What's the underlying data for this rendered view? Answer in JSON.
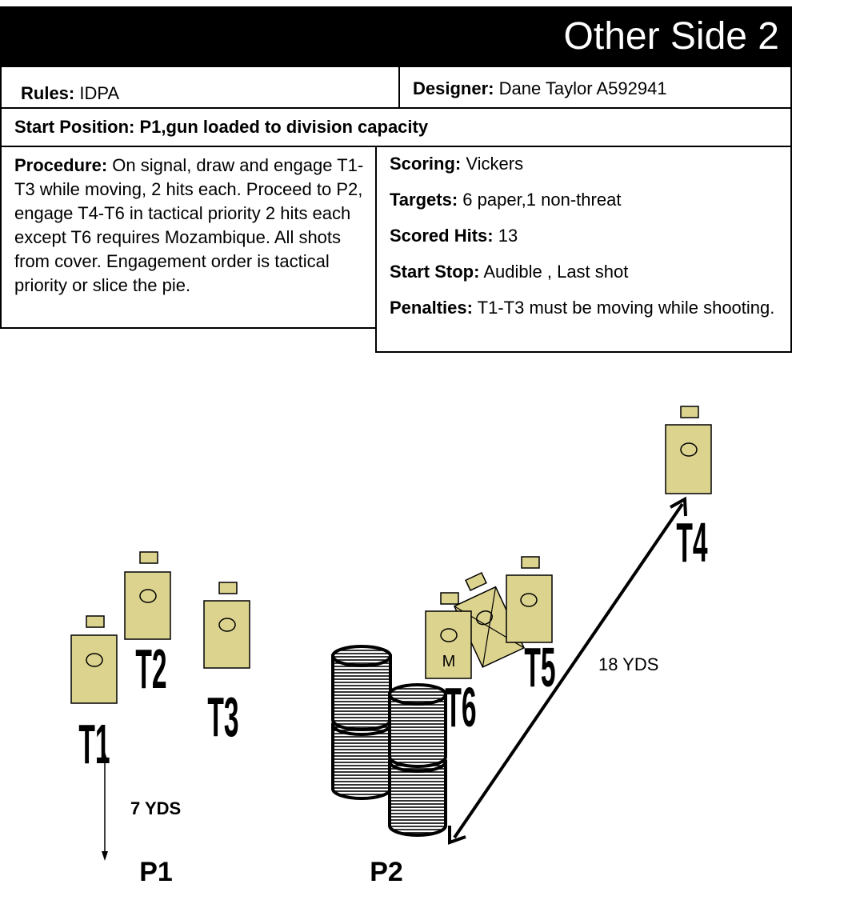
{
  "header": {
    "title": "Other Side 2"
  },
  "info": {
    "rules_label": "Rules:",
    "rules_value": " IDPA",
    "designer_label": "Designer:",
    "designer_value": " Dane Taylor A592941",
    "start_label": "Start Position:",
    "start_value": " P1,gun loaded to division capacity",
    "procedure_label": "Procedure:",
    "procedure_text": " On signal, draw and engage T1-T3  while moving, 2 hits each. Proceed to P2, engage T4-T6  in tactical priority 2 hits each except T6 requires Mozambique. All shots from cover. Engagement order is tactical priority or slice the pie."
  },
  "scoring": [
    {
      "label": "Scoring:",
      "value": " Vickers"
    },
    {
      "label": "Targets:",
      "value": " 6 paper,1 non-threat"
    },
    {
      "label": "Scored Hits:",
      "value": " 13"
    },
    {
      "label": "Start Stop:",
      "value": " Audible , Last shot"
    },
    {
      "label": "Penalties:",
      "value": "  T1-T3  must be moving while shooting."
    }
  ],
  "diagram": {
    "targets": {
      "t1": "T1",
      "t2": "T2",
      "t3": "T3",
      "t4": "T4",
      "t5": "T5",
      "t6": "T6"
    },
    "t6_mark": "M",
    "positions": {
      "p1": "P1",
      "p2": "P2"
    },
    "distances": {
      "short": "7 YDS",
      "long": "18 YDS"
    },
    "colors": {
      "target_fill": "#dcd38e",
      "outline": "#000000"
    }
  }
}
